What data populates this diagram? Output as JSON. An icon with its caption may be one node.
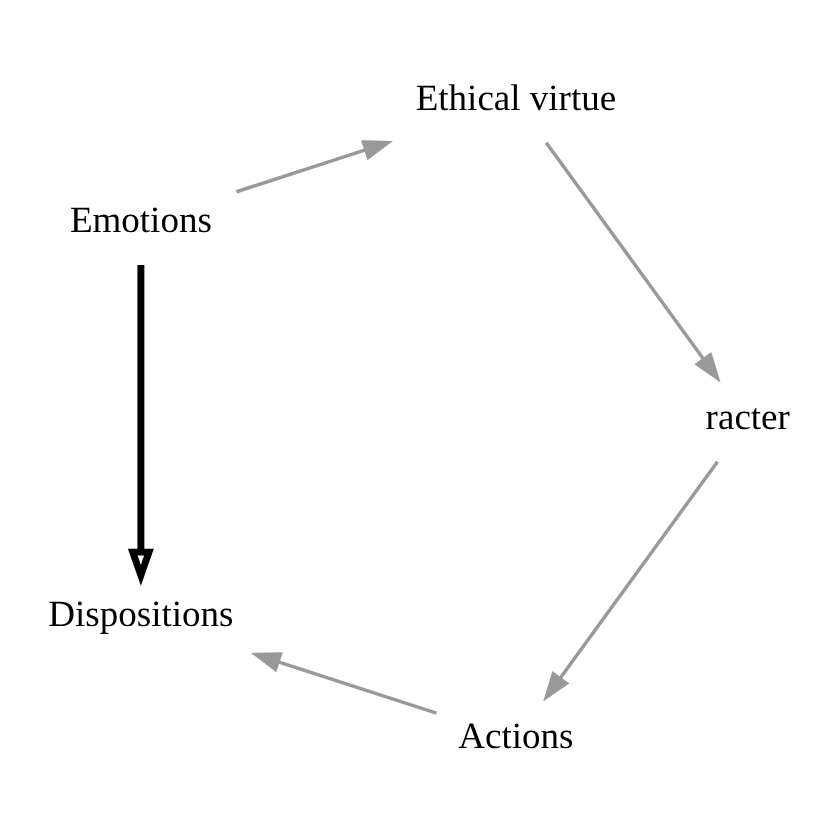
{
  "diagram": {
    "nodes": [
      {
        "text": [
          "Actions"
        ]
      },
      {
        "text": [
          "Dispositions"
        ]
      },
      {
        "text": [
          "Emotions"
        ]
      },
      {
        "text": [
          "Ethical virtue"
        ]
      },
      {
        "text": [
          "racter"
        ]
      }
    ],
    "edges": [
      {
        "from": 4,
        "to": 0,
        "arrow": "to"
      },
      {
        "from": 0,
        "to": 1,
        "arrow": "to"
      },
      {
        "from": 2,
        "to": 1,
        "arrow": "to",
        "style": "thick",
        "color": "#000000"
      },
      {
        "from": 2,
        "to": 3,
        "arrow": "to"
      },
      {
        "from": 3,
        "to": 4,
        "arrow": "to"
      }
    ]
  }
}
